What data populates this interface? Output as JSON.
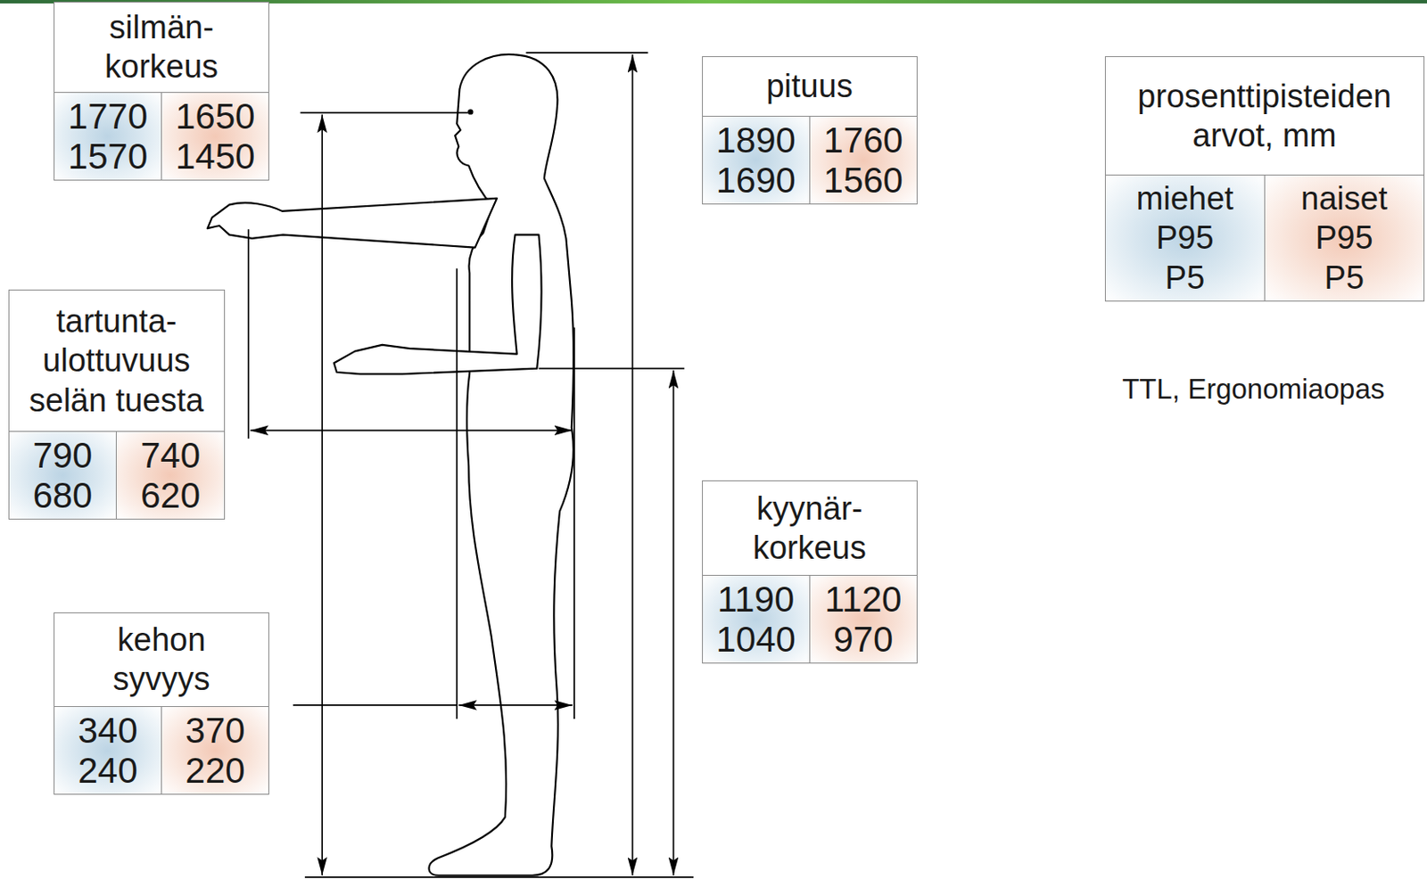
{
  "diagram": {
    "nodes": [
      {
        "text": [
          "silmän- korkeus",
          "1770",
          "1650",
          "1570",
          "1450"
        ]
      },
      {
        "text": [
          "pituus",
          "1890",
          "1760",
          "1690",
          "1560"
        ]
      },
      {
        "text": [
          "prosenttipisteiden arvot, mm",
          "miehet",
          "naiset",
          "P95",
          "P95",
          "P5",
          "P5"
        ]
      },
      {
        "text": [
          "tartunta- ulottuvuus selän tuesta",
          "790",
          "740",
          "680",
          "620"
        ]
      },
      {
        "text": [
          "kyynär- korkeus",
          "1190",
          "1120",
          "1040",
          "970"
        ]
      },
      {
        "text": [
          "kehon syvyys",
          "340",
          "370",
          "240",
          "220"
        ]
      }
    ],
    "labels": [
      "TTL, Ergonomiaopas"
    ]
  }
}
